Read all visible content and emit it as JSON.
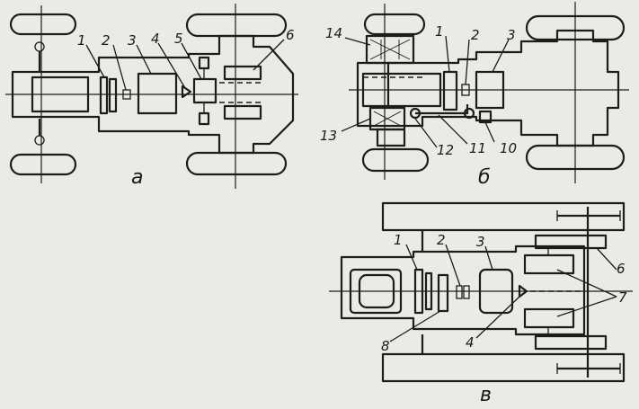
{
  "labels": {
    "a": {
      "n1": "1",
      "n2": "2",
      "n3": "3",
      "n4": "4",
      "n5": "5",
      "n6": "6"
    },
    "b": {
      "n1": "1",
      "n2": "2",
      "n3": "3",
      "n10": "10",
      "n11": "11",
      "n12": "12",
      "n13": "13",
      "n14": "14"
    },
    "v": {
      "n1": "1",
      "n2": "2",
      "n3": "3",
      "n4": "4",
      "n6": "6",
      "n7": "7",
      "n8": "8"
    }
  },
  "captions": {
    "a": "а",
    "b": "б",
    "v": "в"
  },
  "colors": {
    "ink": "#1c1c1c",
    "paper": "#eceae6"
  }
}
